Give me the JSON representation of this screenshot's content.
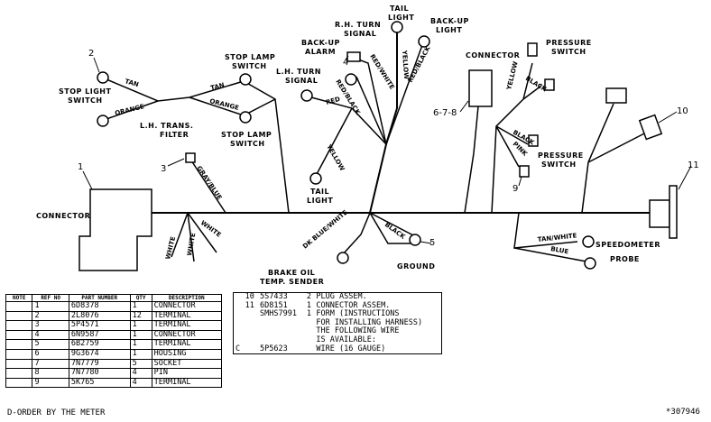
{
  "labels": {
    "stop_light_switch": [
      "STOP LIGHT",
      "SWITCH"
    ],
    "stop_lamp_switch_top": [
      "STOP LAMP",
      "SWITCH"
    ],
    "stop_lamp_switch_bottom": [
      "STOP LAMP",
      "SWITCH"
    ],
    "lh_trans_filter": [
      "L.H. TRANS.",
      "FILTER"
    ],
    "lh_turn_signal": [
      "L.H. TURN",
      "SIGNAL"
    ],
    "back_up_alarm": [
      "BACK-UP",
      "ALARM"
    ],
    "rh_turn_signal": [
      "R.H. TURN",
      "SIGNAL"
    ],
    "tail_light_top": [
      "TAIL",
      "LIGHT"
    ],
    "back_up_light": [
      "BACK-UP",
      "LIGHT"
    ],
    "connector_top": "CONNECTOR",
    "pressure_switch_top": [
      "PRESSURE",
      "SWITCH"
    ],
    "pressure_switch_mid": [
      "PRESSURE",
      "SWITCH"
    ],
    "connector_left": "CONNECTOR",
    "tail_light_mid": [
      "TAIL",
      "LIGHT"
    ],
    "brake_oil_sender": [
      "BRAKE OIL",
      "TEMP. SENDER"
    ],
    "ground": "GROUND",
    "speedometer_probe": [
      "SPEEDOMETER",
      "PROBE"
    ]
  },
  "wires": {
    "tan1": "TAN",
    "orange1": "ORANGE",
    "tan2": "TAN",
    "orange2": "ORANGE",
    "gray_blue": "GRAY/BLUE",
    "red": "RED",
    "red_black1": "RED/BLACK",
    "red_white": "RED/WHITE",
    "yellow1": "YELLOW",
    "red_black2": "RED/BLACK",
    "yellow2": "YELLOW",
    "yellow3": "YELLOW",
    "black1": "BLACK",
    "black2": "BLACK",
    "pink": "PINK",
    "white1": "WHITE",
    "white2": "WHITE",
    "white3": "WHITE",
    "dk_blue_white": "DK BLUE/WHITE",
    "black3": "BLACK",
    "tan_white": "TAN/WHITE",
    "blue": "BLUE"
  },
  "callouts": {
    "n1": "1",
    "n2": "2",
    "n3": "3",
    "n4": "4",
    "n5": "5",
    "n678": "6-7-8",
    "n9": "9",
    "n10": "10",
    "n11": "11"
  },
  "parts_table": {
    "headers": [
      "NOTE",
      "REF NO",
      "PART NUMBER",
      "QTY",
      "DESCRIPTION"
    ],
    "rows": [
      {
        "note": "",
        "ref": "1",
        "part": "6D8378",
        "qty": "1",
        "desc": "CONNECTOR"
      },
      {
        "note": "",
        "ref": "2",
        "part": "2L8076",
        "qty": "12",
        "desc": "TERMINAL"
      },
      {
        "note": "",
        "ref": "3",
        "part": "5P4571",
        "qty": "1",
        "desc": "TERMINAL"
      },
      {
        "note": "",
        "ref": "4",
        "part": "6N9587",
        "qty": "1",
        "desc": "CONNECTOR"
      },
      {
        "note": "",
        "ref": "5",
        "part": "6B2759",
        "qty": "1",
        "desc": "TERMINAL"
      },
      {
        "note": "",
        "ref": "6",
        "part": "9G3674",
        "qty": "1",
        "desc": "HOUSING"
      },
      {
        "note": "",
        "ref": "7",
        "part": "7N7779",
        "qty": "5",
        "desc": "SOCKET"
      },
      {
        "note": "",
        "ref": "8",
        "part": "7N7780",
        "qty": "4",
        "desc": "PIN"
      },
      {
        "note": "",
        "ref": "9",
        "part": "5K765",
        "qty": "4",
        "desc": "TERMINAL"
      }
    ]
  },
  "parts_table2": {
    "rows": [
      {
        "note": "",
        "ref": "10",
        "part": "5S7433",
        "qty": "2",
        "desc": "PLUG ASSEM."
      },
      {
        "note": "",
        "ref": "11",
        "part": "6D8151",
        "qty": "1",
        "desc": "CONNECTOR ASSEM."
      },
      {
        "note": "",
        "ref": "",
        "part": "SMHS7991",
        "qty": "1",
        "desc": "FORM (INSTRUCTIONS"
      },
      {
        "note": "",
        "ref": "",
        "part": "",
        "qty": "",
        "desc": "FOR INSTALLING HARNESS)"
      },
      {
        "note": "",
        "ref": "",
        "part": "",
        "qty": "",
        "desc": "THE FOLLOWING WIRE"
      },
      {
        "note": "",
        "ref": "",
        "part": "",
        "qty": "",
        "desc": "IS AVAILABLE:"
      },
      {
        "note": "C",
        "ref": "",
        "part": "5P5623",
        "qty": "",
        "desc": "WIRE (16 GAUGE)"
      }
    ]
  },
  "footer": {
    "order_note": "D-ORDER BY THE METER",
    "drawing_no": "*307946"
  }
}
